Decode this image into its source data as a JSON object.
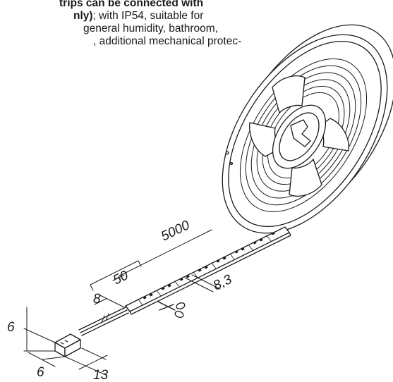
{
  "description": {
    "line1_bold": "trips can be connected with",
    "line2_bold": "nly)",
    "line2_rest": "; with IP54, suitable for",
    "line3": "general humidity, bathroom,",
    "line4": ", additional mechanical protec-"
  },
  "dimensions": {
    "length": "5000",
    "cut_interval": "50",
    "strip_width": "8",
    "led_pitch": "8,3",
    "connector_height": "6",
    "connector_width": "6",
    "connector_length": "13"
  }
}
